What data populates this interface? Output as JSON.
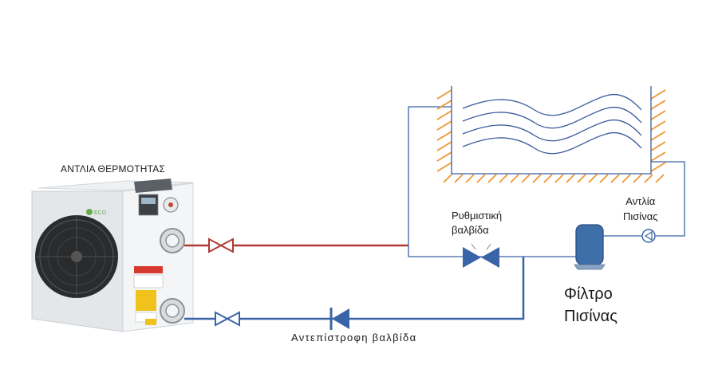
{
  "labels": {
    "heat_pump": "ΑΝΤΛΙΑ ΘΕΡΜΟΤΗΤΑΣ",
    "regulating_valve_line1": "Ρυθμιστική",
    "regulating_valve_line2": "βαλβίδα",
    "pool_pump_line1": "Αντλία",
    "pool_pump_line2": "Πισίνας",
    "filter_line1": "Φίλτρο",
    "filter_line2": "Πισίνας",
    "check_valve": "Αντεπίστροφη βαλβίδα"
  },
  "heat_pump_unit": {
    "brand": "ECO"
  },
  "colors": {
    "hot_pipe": "#b03a36",
    "cold_pipe": "#3a64a8",
    "valve_fill": "#3a64a8",
    "filter_fill": "#3f6fa9",
    "wall_hatch": "#f0962e",
    "water_lines": "#3b5a9c",
    "pool_outline": "#3b5a9c"
  },
  "icons": [
    "fan-icon",
    "gate-valve-icon",
    "check-valve-icon",
    "pump-icon",
    "filter-icon"
  ]
}
